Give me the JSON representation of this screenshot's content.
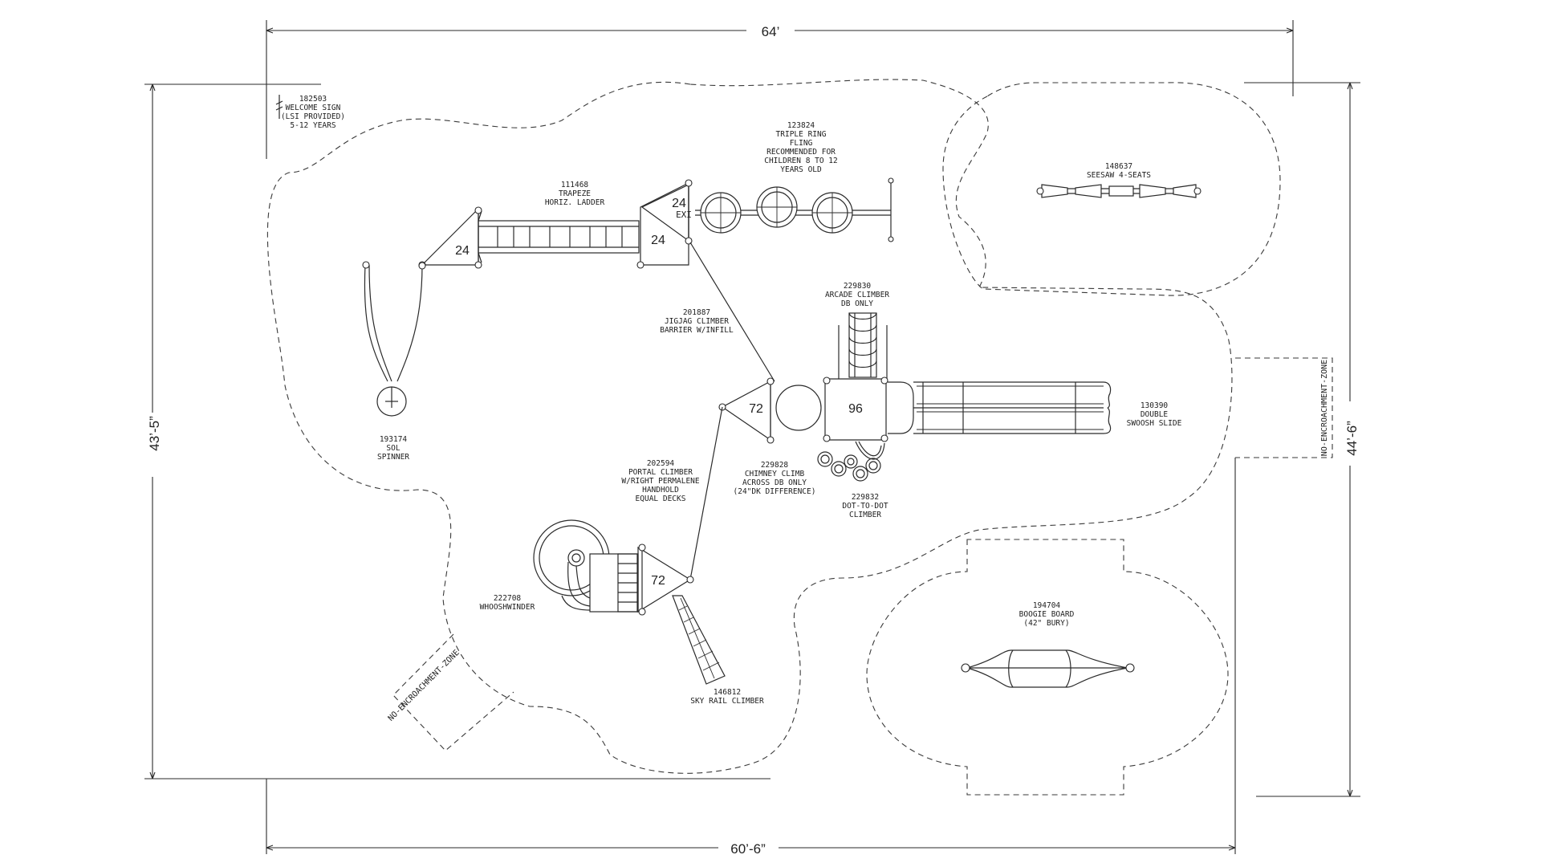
{
  "dimensions": {
    "top": "64’",
    "bottom": "60’-6”",
    "left": "43’-5”",
    "right": "44’-6”"
  },
  "zones": {
    "no_encroachment_right": "NO-ENCROACHMENT-ZONE",
    "no_encroachment_left": "NO-ENCROACHMENT-ZONE"
  },
  "decks": {
    "d24_left": "24",
    "d24_top": "24",
    "d24_exit_num": "24",
    "d24_exit_suffix": "EXI",
    "d72_center": "72",
    "d96": "96",
    "d72_bottom": "72"
  },
  "components": {
    "welcome_sign": [
      "182503",
      "WELCOME SIGN",
      "(LSI PROVIDED)",
      "5-12 YEARS"
    ],
    "triple_ring": [
      "123824",
      "TRIPLE RING",
      "FLING",
      "RECOMMENDED FOR",
      "CHILDREN 8 TO 12",
      "YEARS OLD"
    ],
    "seesaw": [
      "148637",
      "SEESAW 4-SEATS"
    ],
    "trapeze": [
      "111468",
      "TRAPEZE",
      "HORIZ. LADDER"
    ],
    "arcade_climber": [
      "229830",
      "ARCADE CLIMBER",
      "DB ONLY"
    ],
    "jigjag": [
      "201887",
      "JIGJAG CLIMBER",
      "BARRIER W/INFILL"
    ],
    "double_swoosh": [
      "130390",
      "DOUBLE",
      "SWOOSH SLIDE"
    ],
    "sol_spinner": [
      "193174",
      "SOL",
      "SPINNER"
    ],
    "chimney_climb": [
      "229828",
      "CHIMNEY CLIMB",
      "ACROSS DB ONLY",
      "(24\"DK DIFFERENCE)"
    ],
    "portal_climber": [
      "202594",
      "PORTAL CLIMBER",
      "W/RIGHT PERMALENE",
      "HANDHOLD",
      "EQUAL DECKS"
    ],
    "dot_to_dot": [
      "229832",
      "DOT-TO-DOT",
      "CLIMBER"
    ],
    "whooshwinder": [
      "222708",
      "WHOOSHWINDER"
    ],
    "boogie_board": [
      "194704",
      "BOOGIE BOARD",
      "(42\" BURY)"
    ],
    "sky_rail": [
      "146812",
      "SKY RAIL CLIMBER"
    ]
  }
}
